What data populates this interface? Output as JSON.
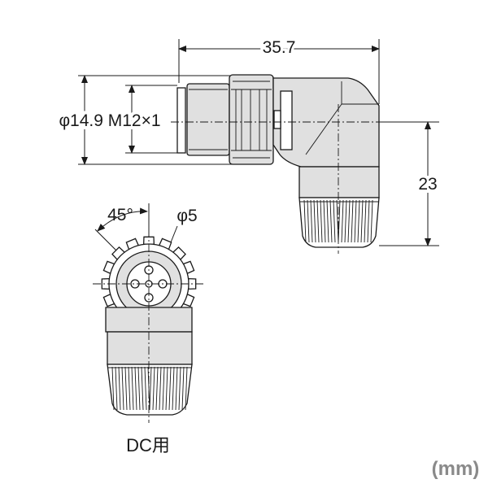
{
  "dimensions": {
    "overall_length": "35.7",
    "height": "23",
    "diameter_label": "φ14.9 M12×1",
    "angle": "45°",
    "pin_circle_diameter": "φ5"
  },
  "caption": "DC用",
  "unit": "(mm)",
  "colors": {
    "line": "#1a1a1a",
    "shade": "#e0e0e0",
    "unit_text": "#8a8a8a"
  }
}
